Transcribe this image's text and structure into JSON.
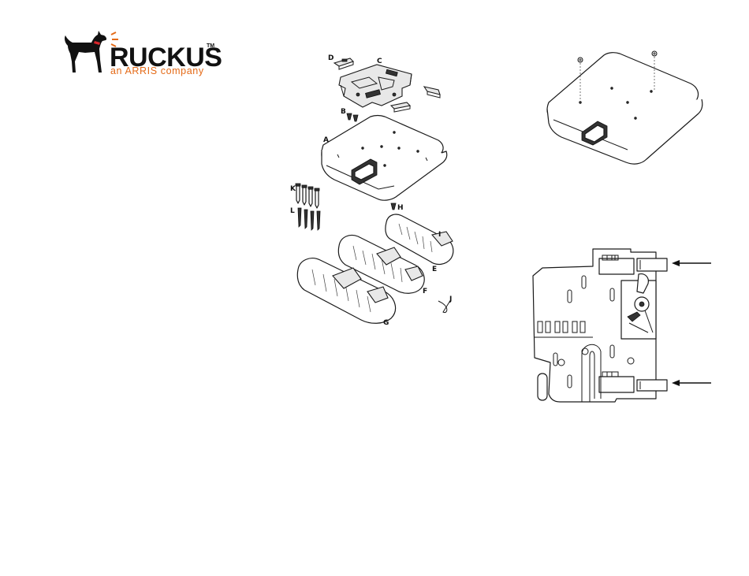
{
  "logo": {
    "brand": "RUCKUS",
    "trademark": "TM",
    "tagline": "an ARRIS company",
    "colors": {
      "brand": "#111111",
      "accent": "#e46a17"
    },
    "icon": "dog-mascot-icon"
  },
  "exploded_view": {
    "labels": {
      "A": "A",
      "B": "B",
      "C": "C",
      "D": "D",
      "E": "E",
      "F": "F",
      "G": "G",
      "H": "H",
      "I": "I",
      "J": "J",
      "K": "K",
      "L": "L"
    }
  },
  "colors": {
    "line": "#1a1a1a",
    "background": "#ffffff"
  }
}
